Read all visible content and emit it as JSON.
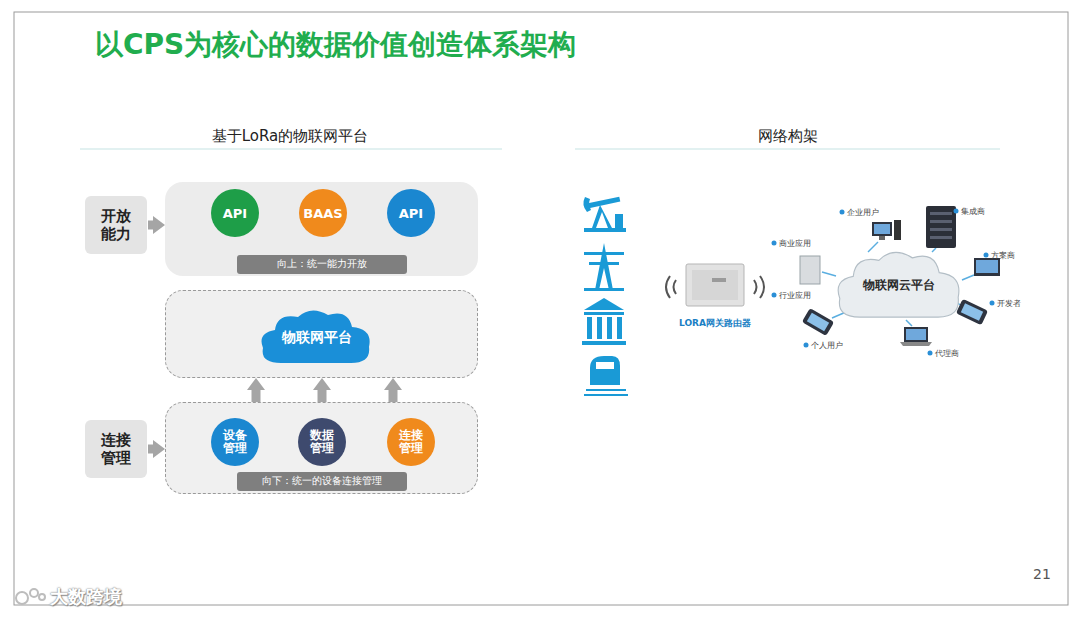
{
  "diagram": {
    "title": "以CPS为核心的数据价值创造体系架构",
    "nodes": [
      {
        "text": [
          "开放能力"
        ]
      },
      {
        "text": [
          "向上：统一能力开放"
        ]
      },
      {
        "text": [
          "API"
        ],
        "in": 1
      },
      {
        "text": [
          "BAAS"
        ],
        "in": 1
      },
      {
        "text": [
          "API"
        ],
        "in": 1
      },
      {
        "text": [
          "物联网平台"
        ]
      },
      {
        "text": [
          "连接管理"
        ]
      },
      {
        "text": [
          "向下：统一的设备连接管理"
        ]
      },
      {
        "text": [
          "设备管理"
        ],
        "in": 7
      },
      {
        "text": [
          "数据管理"
        ],
        "in": 7
      },
      {
        "text": [
          "连接管理"
        ],
        "in": 7
      },
      {
        "text": [
          "LORA网关路由器"
        ]
      },
      {
        "text": [
          "物联网云平台"
        ]
      }
    ],
    "edges": [
      {
        "from": 0,
        "to": 1,
        "arrow": "to"
      },
      {
        "from": 6,
        "to": 7,
        "arrow": "to"
      },
      {
        "from": 7,
        "to": 5,
        "arrow": "to"
      },
      {
        "from": 7,
        "to": 5,
        "arrow": "to"
      },
      {
        "from": 7,
        "to": 5,
        "arrow": "to"
      }
    ],
    "labels": [
      "基于LoRa的物联网平台",
      "网络构架",
      "企业用户",
      "集成商",
      "商业应用",
      "方案商",
      "行业应用",
      "开发者",
      "个人用户",
      "代理商",
      "21",
      "大数跨境"
    ]
  }
}
